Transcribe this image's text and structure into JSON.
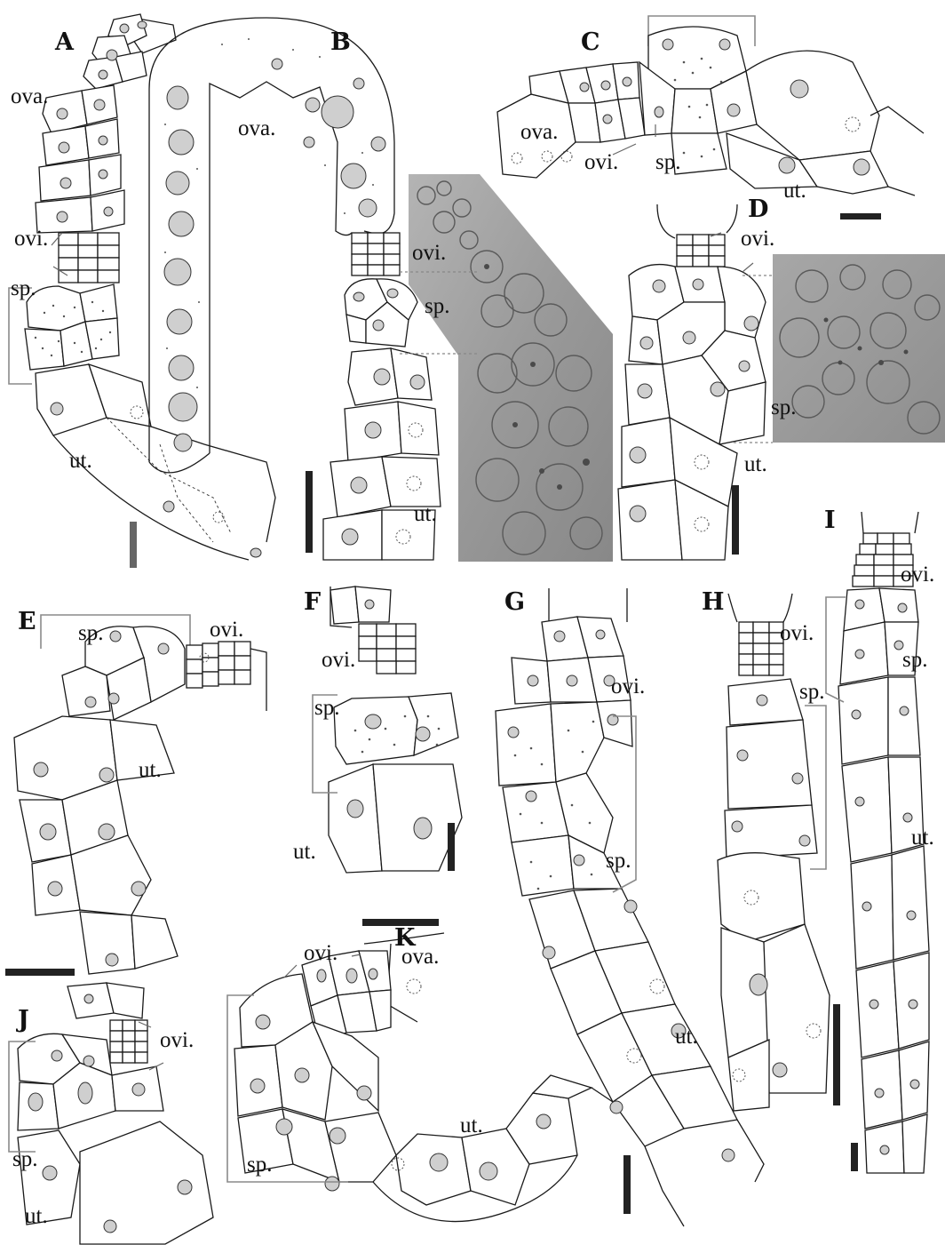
{
  "figure": {
    "panels": [
      "A",
      "B",
      "C",
      "D",
      "E",
      "F",
      "G",
      "H",
      "I",
      "J",
      "K"
    ],
    "labels": {
      "ovary": "ova.",
      "oviduct": "ovi.",
      "spermatheca": "sp.",
      "uterus": "ut."
    },
    "photo_insets": 2,
    "colors": {
      "nucleus_fill": "#cfcfcf",
      "line": "#1a1a1a",
      "bracket": "#8a8a8a",
      "photo": "#9a9a9a"
    }
  }
}
